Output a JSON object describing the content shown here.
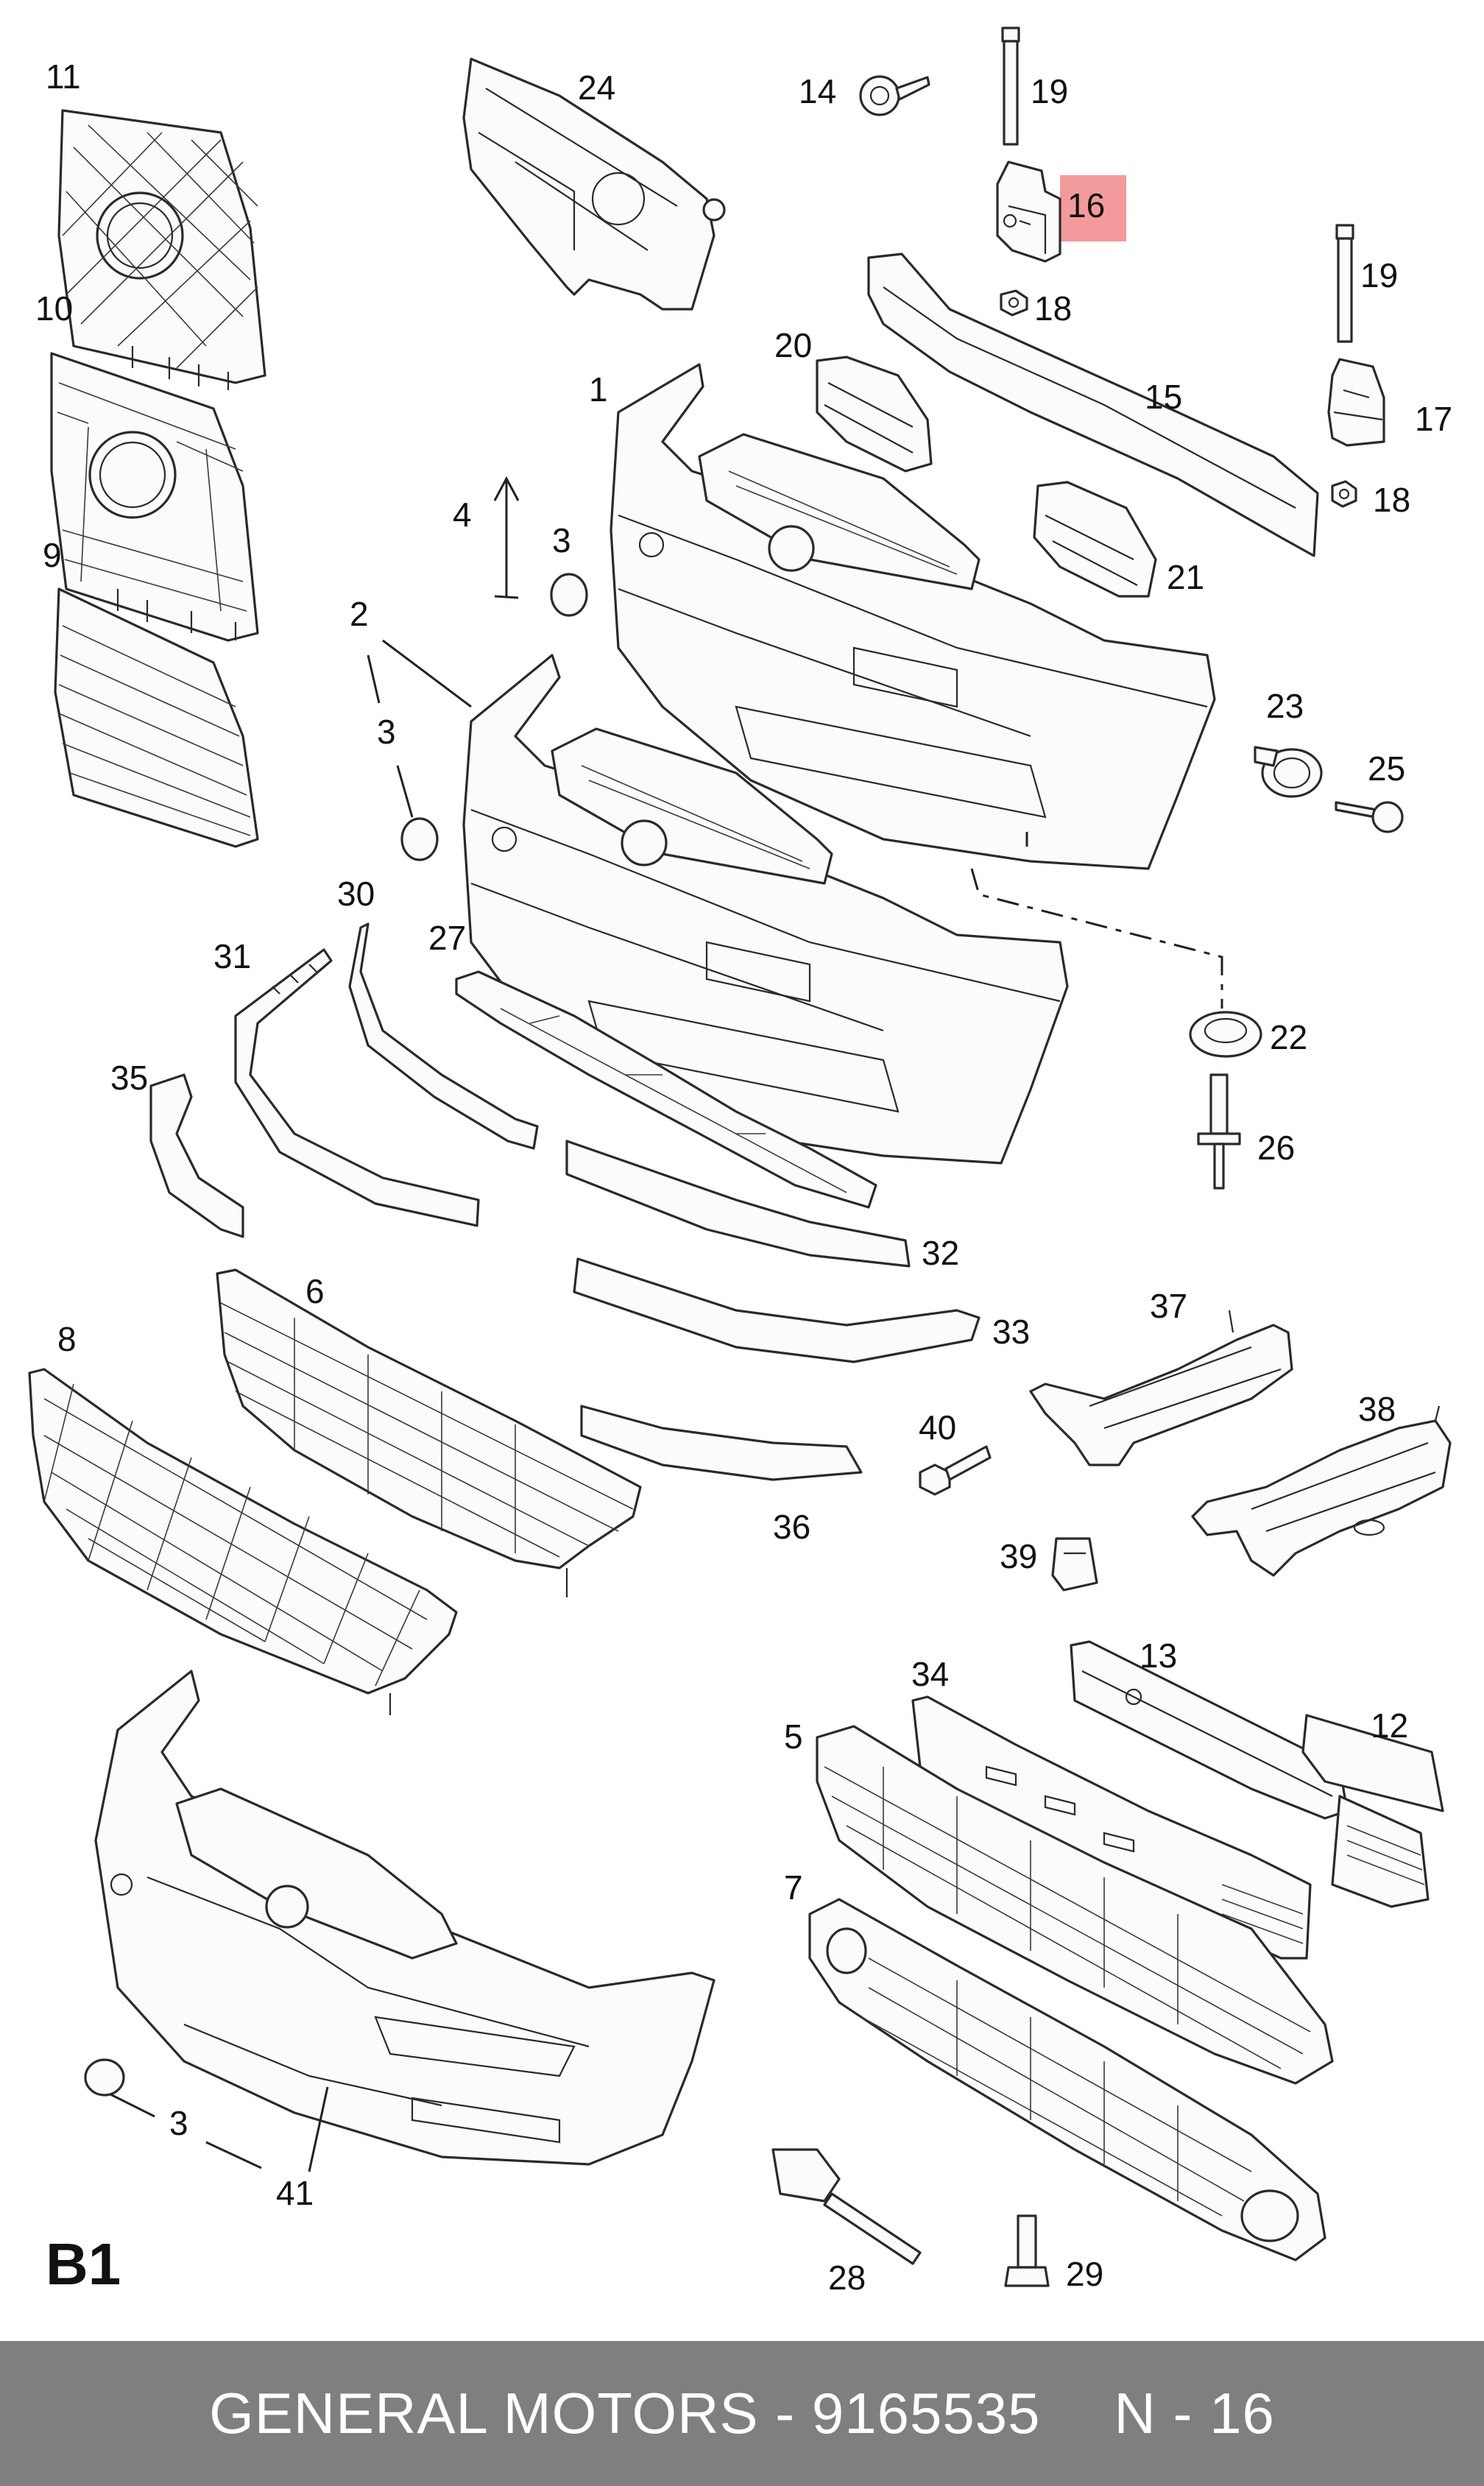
{
  "diagram_tag": "B1",
  "footer": {
    "part_text": "GENERAL MOTORS - 9165535",
    "ref_text": "N - 16"
  },
  "highlight": {
    "part_number": "16",
    "color": "#f39a9c"
  },
  "callouts": {
    "c1": "1",
    "c2": "2",
    "c3a": "3",
    "c3b": "3",
    "c3c": "3",
    "c4": "4",
    "c5": "5",
    "c6": "6",
    "c7": "7",
    "c8": "8",
    "c9": "9",
    "c10": "10",
    "c11": "11",
    "c12": "12",
    "c13": "13",
    "c14": "14",
    "c15": "15",
    "c16": "16",
    "c17": "17",
    "c18a": "18",
    "c18b": "18",
    "c19a": "19",
    "c19b": "19",
    "c20": "20",
    "c21": "21",
    "c22": "22",
    "c23": "23",
    "c24": "24",
    "c25": "25",
    "c26": "26",
    "c27": "27",
    "c28": "28",
    "c29": "29",
    "c30": "30",
    "c31": "31",
    "c32": "32",
    "c33": "33",
    "c34": "34",
    "c35": "35",
    "c36": "36",
    "c37": "37",
    "c38": "38",
    "c39": "39",
    "c40": "40",
    "c41": "41"
  }
}
